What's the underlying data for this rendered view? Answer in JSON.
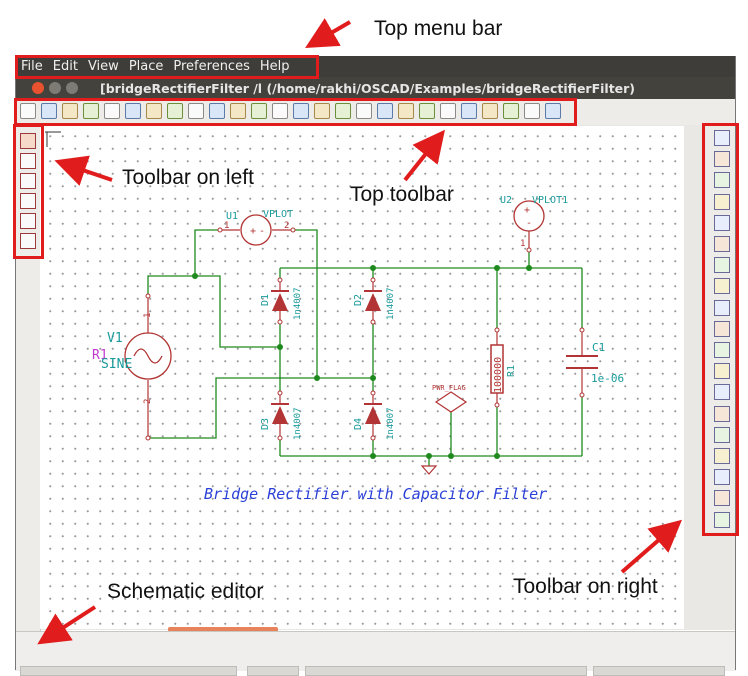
{
  "annotations": {
    "menu_bar": "Top menu bar",
    "left_toolbar": "Toolbar on left",
    "top_toolbar": "Top toolbar",
    "schematic_editor": "Schematic editor",
    "right_toolbar": "Toolbar on right"
  },
  "menu": {
    "items": [
      "File",
      "Edit",
      "View",
      "Place",
      "Preferences",
      "Help"
    ]
  },
  "window": {
    "title": "[bridgeRectifierFilter /l (/home/rakhi/OSCAD/Examples/bridgeRectifierFilter)"
  },
  "schematic": {
    "title": "Bridge Rectifier with Capacitor Filter",
    "components": {
      "u1_ref": "U1",
      "u1_value": "VPLOT",
      "u1_pin1": "1",
      "u1_pin2": "2",
      "u2_ref": "U2",
      "u2_value": "VPLOT1",
      "u2_pin1": "1",
      "v1_ref": "V1",
      "v1_value": "SINE",
      "r1_overlap": "R1",
      "v1_pin1": "1",
      "v1_pin2": "2",
      "d1_ref": "D1",
      "d1_value": "1n4007",
      "d2_ref": "D2",
      "d2_value": "1n4007",
      "d3_ref": "D3",
      "d3_value": "1n4007",
      "d4_ref": "D4",
      "d4_value": "1n4007",
      "r1_ref": "R1",
      "r1_value": "100000",
      "c1_ref": "C1",
      "c1_value": "1e-06",
      "pwr_flag": "PWR_FLAG"
    }
  },
  "colors": {
    "annotation_red": "#e11c1c",
    "wire_green": "#1e8a1e",
    "component_red": "#b23434",
    "label_teal": "#1a9a9a",
    "title_blue": "#2a3fd6"
  }
}
